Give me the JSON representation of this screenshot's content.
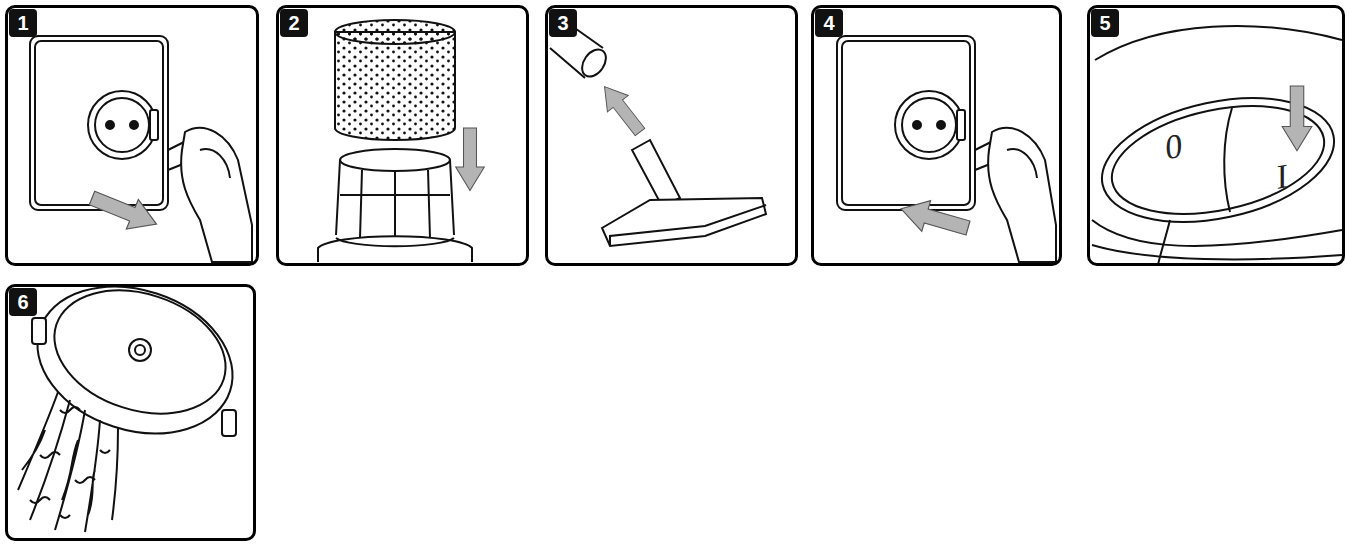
{
  "diagram": {
    "nodes": [
      {
        "text": [
          "1"
        ]
      },
      {
        "text": [
          "2"
        ]
      },
      {
        "text": [
          "3"
        ]
      },
      {
        "text": [
          "4"
        ]
      },
      {
        "text": [
          "5"
        ]
      },
      {
        "text": [
          "6"
        ]
      }
    ],
    "labels": [
      "0",
      "I"
    ]
  }
}
